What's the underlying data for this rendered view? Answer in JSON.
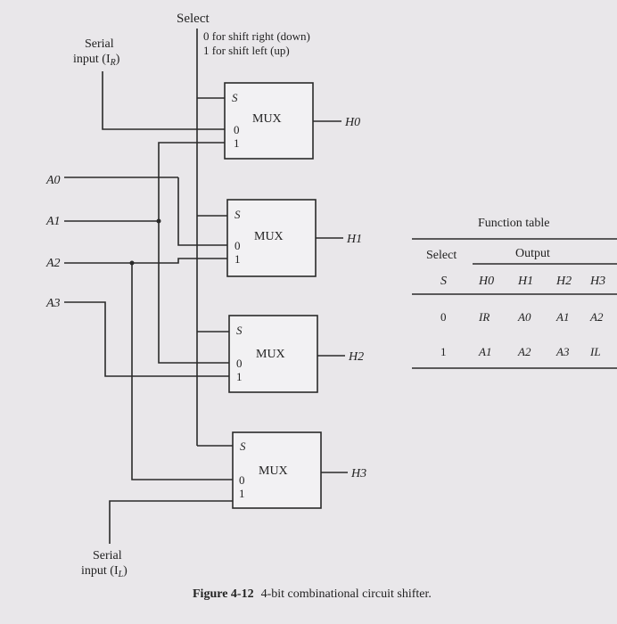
{
  "select": {
    "title": "Select",
    "option0": "0 for shift right (down)",
    "option1": "1 for shift left (up)"
  },
  "serial_right": {
    "line1": "Serial",
    "line2": "input (I",
    "sub": "R",
    "close": ")"
  },
  "serial_left": {
    "line1": "Serial",
    "line2": "input (I",
    "sub": "L",
    "close": ")"
  },
  "inputs": [
    "A0",
    "A1",
    "A2",
    "A3"
  ],
  "mux": {
    "label": "MUX",
    "s_pin": "S",
    "pin0": "0",
    "pin1": "1"
  },
  "outputs": [
    "H0",
    "H1",
    "H2",
    "H3"
  ],
  "function_table": {
    "title": "Function table",
    "select_header": "Select",
    "output_header": "Output",
    "columns": [
      "S",
      "H0",
      "H1",
      "H2",
      "H3"
    ],
    "rows": [
      [
        "0",
        "IR",
        "A0",
        "A1",
        "A2"
      ],
      [
        "1",
        "A1",
        "A2",
        "A3",
        "IL"
      ]
    ]
  },
  "caption": {
    "figure": "Figure 4-12",
    "text": "4-bit combinational circuit shifter."
  }
}
